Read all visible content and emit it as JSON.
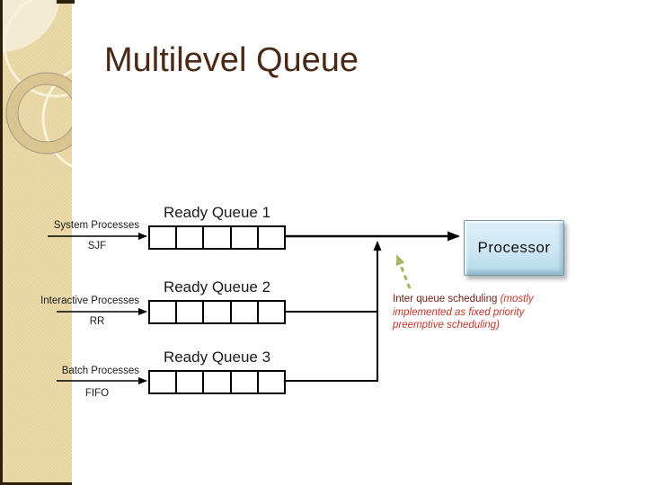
{
  "slide": {
    "title": "Multilevel Queue"
  },
  "queues": [
    {
      "name": "Ready Queue 1",
      "source": "System Processes",
      "algorithm": "SJF",
      "cells": 5
    },
    {
      "name": "Ready Queue 2",
      "source": "Interactive Processes",
      "algorithm": "RR",
      "cells": 5
    },
    {
      "name": "Ready Queue 3",
      "source": "Batch Processes",
      "algorithm": "FIFO",
      "cells": 5
    }
  ],
  "processor": {
    "label": "Processor"
  },
  "annotation": {
    "plain": "Inter queue scheduling ",
    "italic": "(mostly implemented as fixed priority preemptive scheduling)"
  },
  "colors": {
    "title-color": "#4b2917",
    "sidebar-fill": "#e9d8a6",
    "sidebar-light": "#f3ecd2",
    "sidebar-edge": "#2f1f0e",
    "ring-fill": "#d8c48f",
    "ring-outline": "#ab9e84",
    "ring-cream": "#f8f2da",
    "diagram-line": "#000000",
    "processor-top": "#dceff8",
    "processor-bottom": "#b3d8e9",
    "processor-border": "#6e96ac",
    "annotation-dark": "#6b1f16",
    "annotation-red": "#c23728",
    "green-arrow": "#a4b55e"
  }
}
